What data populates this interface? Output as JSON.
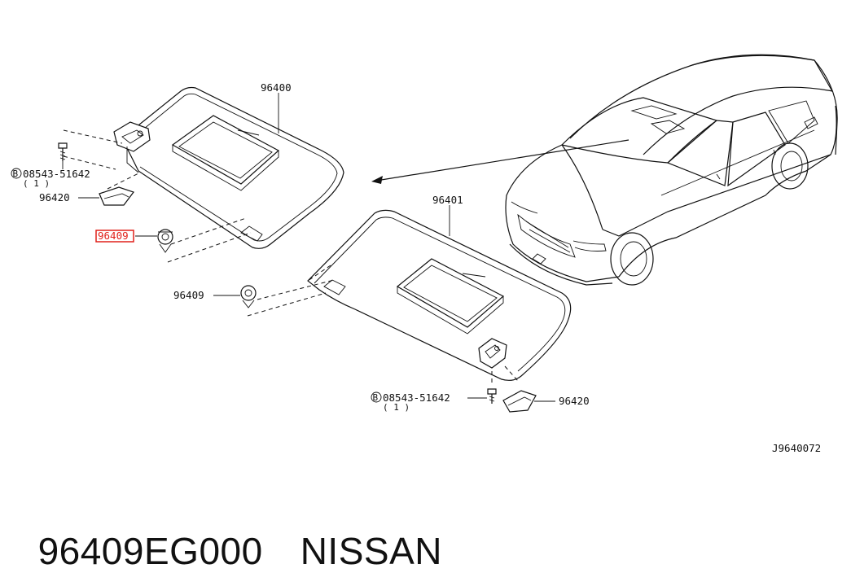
{
  "diagram": {
    "labels": {
      "visor_left": "96400",
      "visor_right": "96401",
      "holder_left": "96420",
      "holder_right": "96420",
      "clip_highlighted": "96409",
      "clip_second": "96409",
      "screw_left": "08543-51642",
      "screw_left_qty": "( 1 )",
      "screw_right": "08543-51642",
      "screw_right_qty": "( 1 )",
      "bolt_symbol": "B",
      "drawing_code": "J9640072"
    },
    "colors": {
      "line": "#111111",
      "highlight": "#e0201a",
      "background": "#ffffff"
    }
  },
  "footer": {
    "part_number": "96409EG000",
    "brand": "NISSAN"
  }
}
